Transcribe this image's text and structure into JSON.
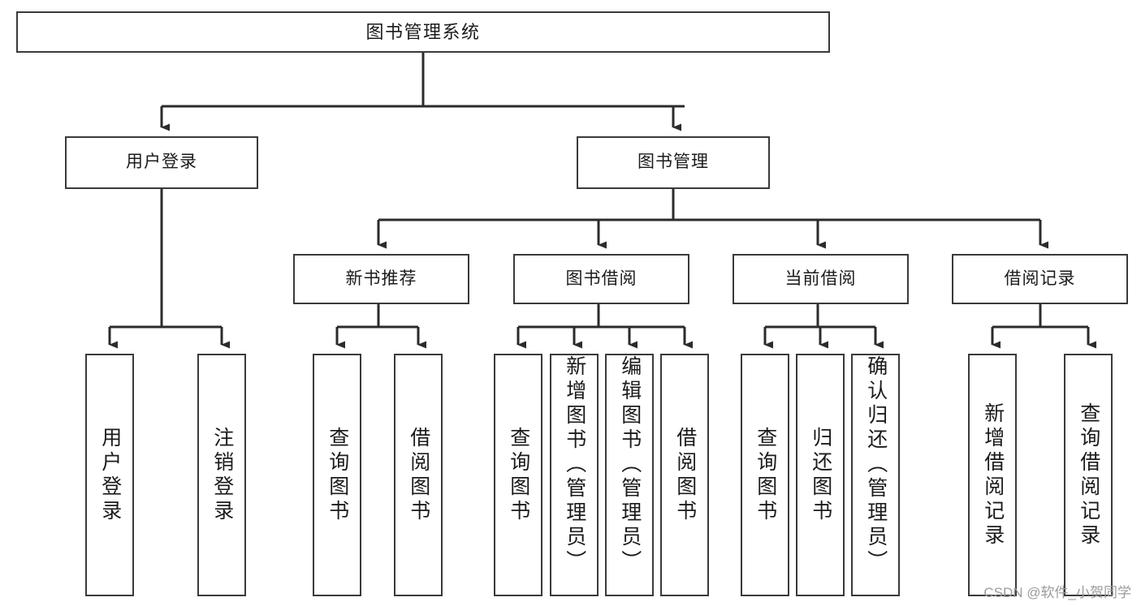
{
  "diagram": {
    "type": "tree",
    "title": "图书管理系统",
    "watermark": "CSDN @软件_小贺同学",
    "colors": {
      "box_border": "#3a3a3a",
      "box_fill": "#ffffff",
      "edge": "#2b2b2b",
      "text": "#1b1b1b",
      "watermark": "#9b9b9b"
    },
    "nodes": {
      "root": {
        "label": "图书管理系统"
      },
      "level2": [
        {
          "id": "user-login",
          "label": "用户登录"
        },
        {
          "id": "book-management",
          "label": "图书管理"
        }
      ],
      "level3": [
        {
          "id": "new-book-recommend",
          "label": "新书推荐"
        },
        {
          "id": "book-borrow",
          "label": "图书借阅"
        },
        {
          "id": "current-borrow",
          "label": "当前借阅"
        },
        {
          "id": "borrow-record",
          "label": "借阅记录"
        }
      ],
      "leaves": {
        "user-login": [
          {
            "id": "user-login-action",
            "label": "用户登录"
          },
          {
            "id": "user-logout-action",
            "label": "注销登录"
          }
        ],
        "new-book-recommend": [
          {
            "id": "query-book-1",
            "label": "查询图书"
          },
          {
            "id": "borrow-book-1",
            "label": "借阅图书"
          }
        ],
        "book-borrow": [
          {
            "id": "query-book-2",
            "label": "查询图书"
          },
          {
            "id": "add-book",
            "label": "新增图书（管理员）"
          },
          {
            "id": "edit-book",
            "label": "编辑图书（管理员）"
          },
          {
            "id": "borrow-book-2",
            "label": "借阅图书"
          }
        ],
        "current-borrow": [
          {
            "id": "query-book-3",
            "label": "查询图书"
          },
          {
            "id": "return-book",
            "label": "归还图书"
          },
          {
            "id": "confirm-return",
            "label": "确认归还（管理员）"
          }
        ],
        "borrow-record": [
          {
            "id": "add-borrow-record",
            "label": "新增借阅记录"
          },
          {
            "id": "query-borrow-record",
            "label": "查询借阅记录"
          }
        ]
      }
    }
  }
}
